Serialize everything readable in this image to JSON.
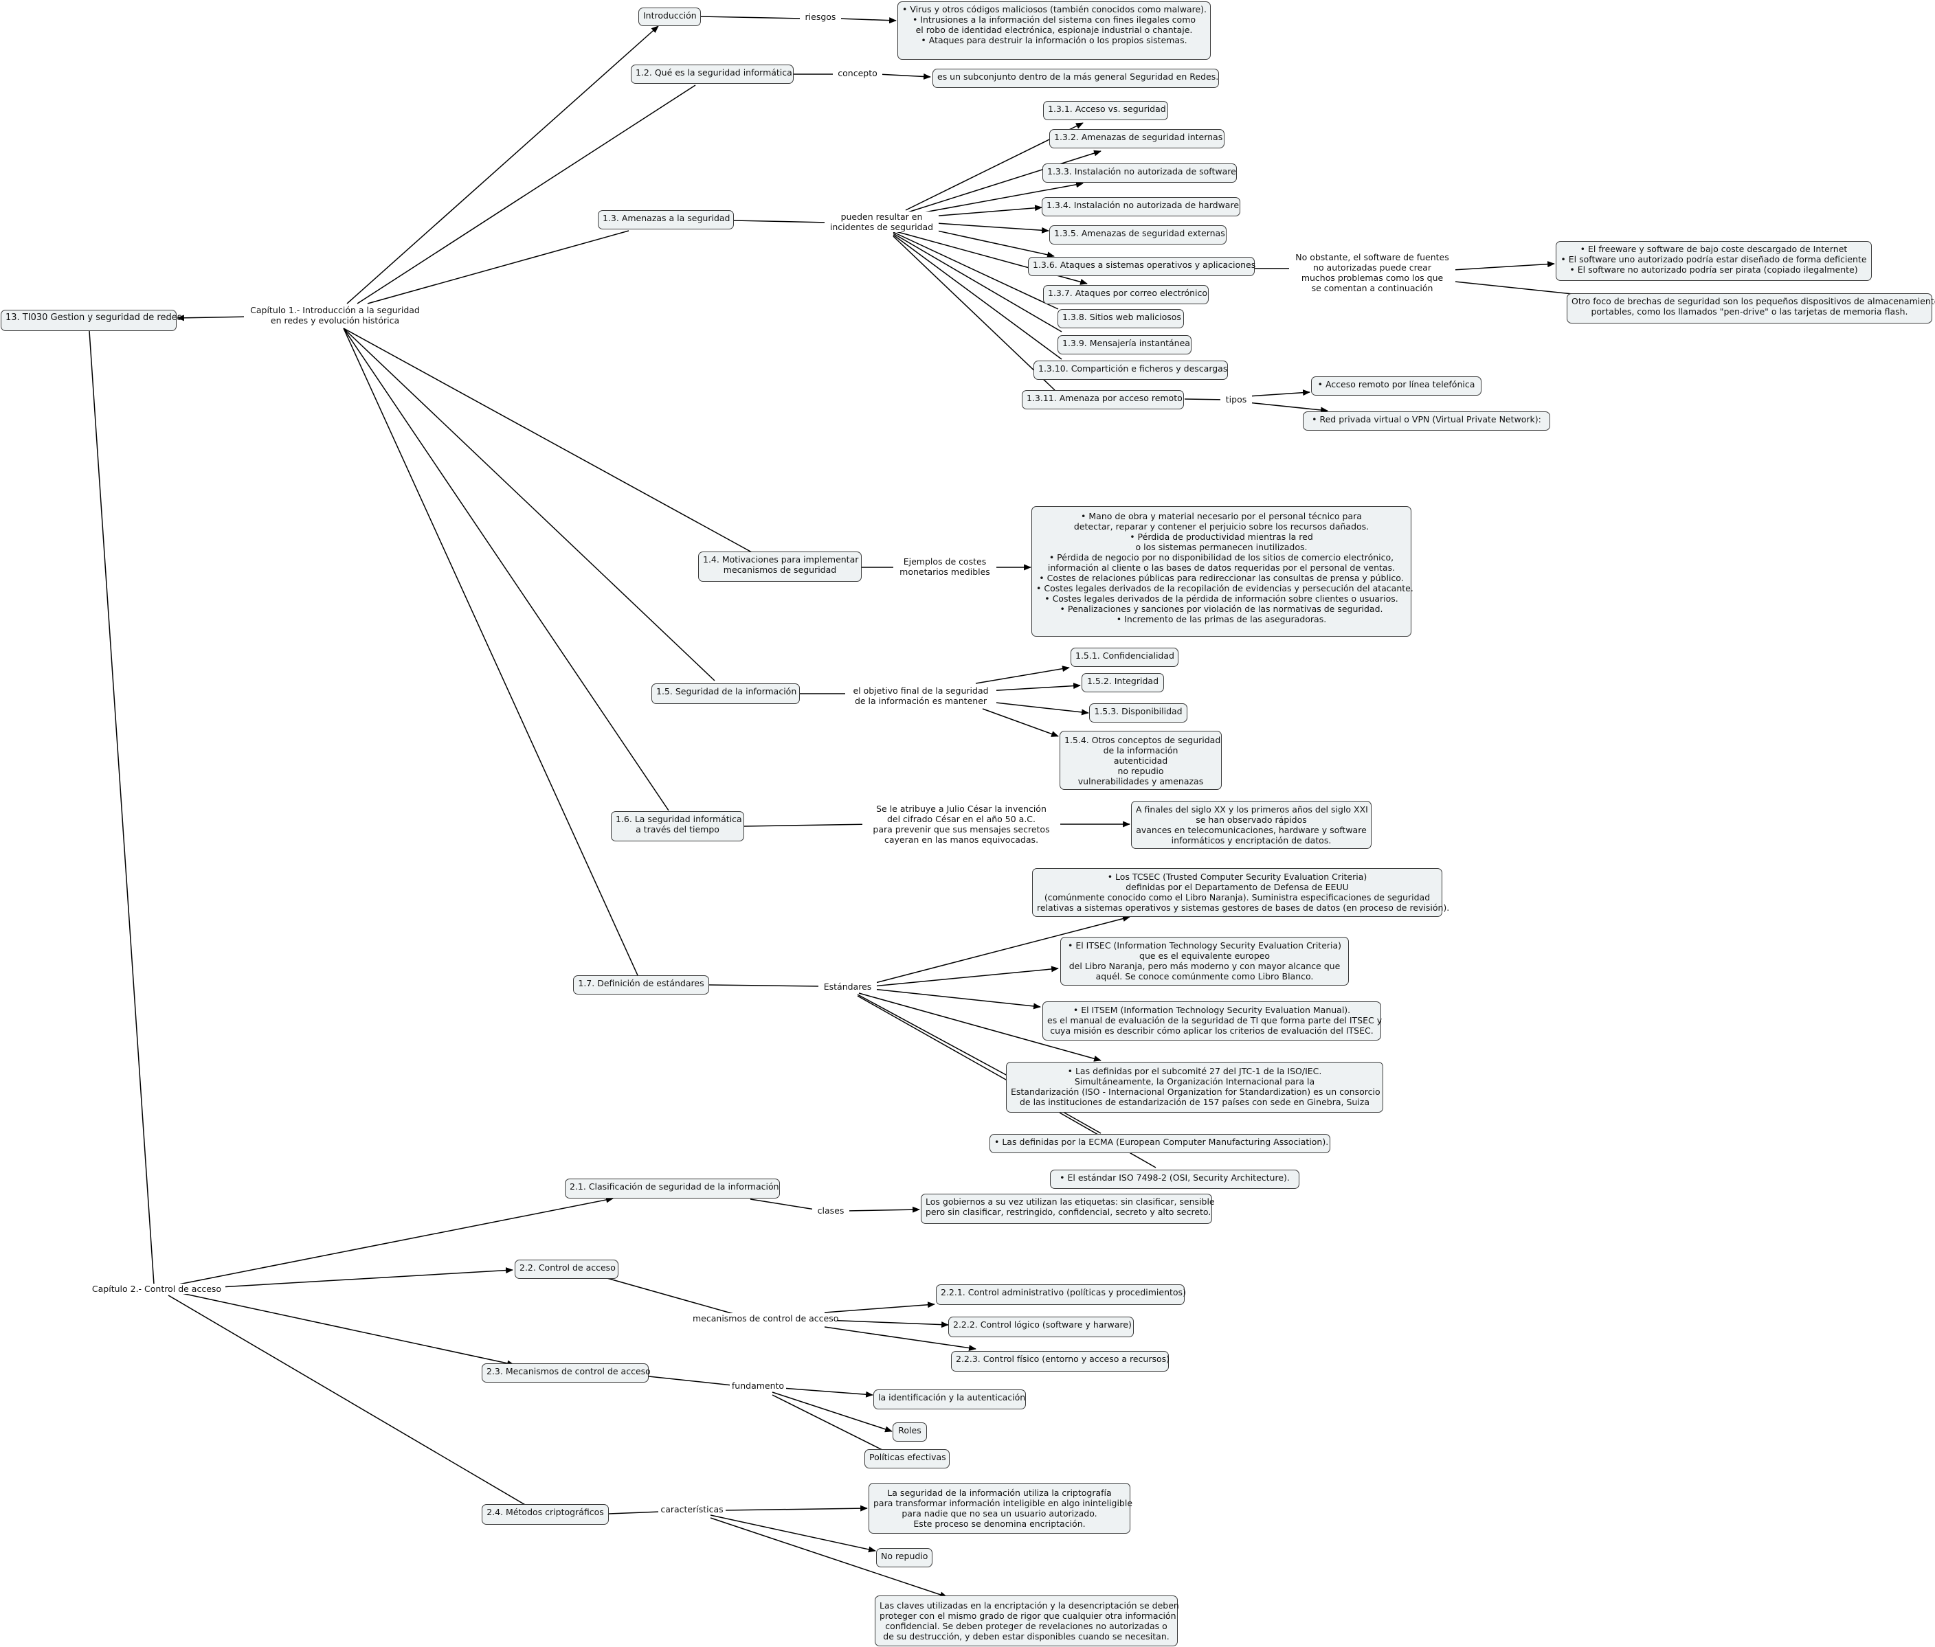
{
  "nodes": {
    "root": [
      "13. TI030 Gestion y seguridad de redes"
    ],
    "ch1": [
      "Capítulo 1.- Introducción a la seguridad",
      "en redes y evolución histórica"
    ],
    "ch2": [
      "Capítulo 2.- Control de acceso"
    ],
    "intro": [
      "Introducción"
    ],
    "riesgos": [
      "riesgos"
    ],
    "riesgos_list": [
      "•    Virus y otros códigos maliciosos (también conocidos como malware).",
      "•    Intrusiones a la información del sistema con fines ilegales como",
      "el robo de identidad electrónica, espionaje industrial o chantaje.",
      "•    Ataques para destruir la información o los propios sistemas."
    ],
    "n12": [
      "1.2. Qué es la seguridad informática"
    ],
    "concepto": [
      "concepto"
    ],
    "concepto_def": [
      "es un subconjunto dentro de la más general Seguridad en Redes."
    ],
    "n13": [
      "1.3. Amenazas a la seguridad"
    ],
    "pueden": [
      "pueden resultar en",
      "incidentes de seguridad"
    ],
    "a131": [
      "1.3.1. Acceso vs. seguridad"
    ],
    "a132": [
      "1.3.2. Amenazas de seguridad internas"
    ],
    "a133": [
      "1.3.3. Instalación no autorizada de software"
    ],
    "a134": [
      "1.3.4. Instalación no autorizada de hardware"
    ],
    "a135": [
      "1.3.5. Amenazas de seguridad externas"
    ],
    "a136": [
      "1.3.6. Ataques a sistemas operativos y aplicaciones"
    ],
    "noobst": [
      "No obstante, el software de fuentes",
      "no autorizadas puede crear",
      "muchos problemas como los que",
      "se comentan a continuación"
    ],
    "freeware": [
      "•    El freeware y software de bajo coste descargado de Internet",
      "•    El software uno autorizado podría estar diseñado de forma deficiente",
      "•    El software no autorizado podría ser pirata (copiado ilegalmente)"
    ],
    "otrofoco": [
      "Otro foco de brechas de seguridad son los pequeños dispositivos de almacenamiento",
      "portables, como los llamados \"pen-drive\" o las tarjetas de memoria flash."
    ],
    "a137": [
      "1.3.7. Ataques por correo electrónico"
    ],
    "a138": [
      "1.3.8. Sitios web maliciosos"
    ],
    "a139": [
      "1.3.9. Mensajería instantánea"
    ],
    "a1310": [
      "1.3.10. Compartición e ficheros y descargas"
    ],
    "a1311": [
      "1.3.11. Amenaza por acceso remoto"
    ],
    "tipos": [
      "tipos"
    ],
    "remoto1": [
      "•    Acceso remoto por línea telefónica"
    ],
    "remoto2": [
      "•    Red privada virtual o VPN (Virtual Private Network):"
    ],
    "n14": [
      "1.4. Motivaciones para implementar",
      "mecanismos de seguridad"
    ],
    "ejemplos": [
      "Ejemplos de costes",
      "monetarios medibles"
    ],
    "costes": [
      "•    Mano de obra y material necesario por el personal técnico para",
      "detectar, reparar y contener el perjuicio sobre los recursos dañados.",
      "•    Pérdida de productividad mientras la red",
      "o los sistemas permanecen inutilizados.",
      "•    Pérdida de negocio por no disponibilidad de los sitios de comercio electrónico,",
      "información al cliente o las bases de datos requeridas por el personal de ventas.",
      "•    Costes de relaciones públicas para redireccionar las consultas de prensa y público.",
      "•    Costes legales derivados de la recopilación de evidencias y persecución del atacante.",
      "•    Costes legales derivados de la pérdida de información sobre clientes o usuarios.",
      "•    Penalizaciones y sanciones por violación de las normativas de seguridad.",
      "•    Incremento de las primas de las aseguradoras."
    ],
    "n15": [
      "1.5. Seguridad de la información"
    ],
    "objetivo": [
      "el objetivo final de la seguridad",
      "de la información es mantener"
    ],
    "c151": [
      "1.5.1. Confidencialidad"
    ],
    "c152": [
      "1.5.2. Integridad"
    ],
    "c153": [
      "1.5.3. Disponibilidad"
    ],
    "c154": [
      "1.5.4. Otros conceptos de seguridad",
      "de la información",
      "autenticidad",
      "no repudio",
      "vulnerabilidades y amenazas"
    ],
    "n16": [
      "1.6. La seguridad informática",
      "a través del tiempo"
    ],
    "julio": [
      "Se le atribuye a Julio César la invención",
      "del cifrado César en el año 50 a.C.",
      "para prevenir que sus mensajes secretos",
      "cayeran en las manos equivocadas."
    ],
    "finales": [
      "A finales del siglo XX y los primeros años del siglo XXI",
      "se han observado rápidos",
      "avances en telecomunicaciones, hardware y software",
      "informáticos y encriptación de datos."
    ],
    "n17": [
      "1.7. Definición de estándares"
    ],
    "estandares": [
      "Estándares"
    ],
    "tcsec": [
      "•    Los TCSEC (Trusted Computer Security Evaluation Criteria)",
      "definidas por el Departamento de Defensa de EEUU",
      "(comúnmente conocido como el Libro Naranja). Suministra especificaciones de seguridad",
      "relativas a sistemas operativos y sistemas gestores de bases de datos (en proceso de revisión)."
    ],
    "itsec": [
      "•    El ITSEC (Information Technology Security Evaluation Criteria)",
      "que es el equivalente europeo",
      "del Libro Naranja, pero más moderno y con mayor alcance que",
      "aquél. Se conoce comúnmente como Libro Blanco."
    ],
    "itsem": [
      "•    El ITSEM (Information Technology Security Evaluation Manual).",
      "es el manual de evaluación de la seguridad de TI que forma parte del ITSEC y",
      "cuya misión es describir cómo aplicar los criterios de evaluación del ITSEC."
    ],
    "iso": [
      "•    Las definidas por el subcomité 27 del JTC-1 de la ISO/IEC.",
      "Simultáneamente, la Organización Internacional para la",
      "Estandarización (ISO - Internacional Organization for Standardization) es un consorcio",
      "de las instituciones de estandarización de 157 países con sede en Ginebra, Suiza"
    ],
    "ecma": [
      "•    Las definidas por la ECMA (European Computer Manufacturing Association)."
    ],
    "iso7498": [
      "•    El estándar ISO 7498-2 (OSI, Security Architecture)."
    ],
    "n21": [
      "2.1. Clasificación de seguridad de la información"
    ],
    "clases": [
      "clases"
    ],
    "etiquetas": [
      "Los gobiernos a su vez utilizan las etiquetas: sin clasificar, sensible",
      "pero sin clasificar, restringido, confidencial, secreto y alto secreto."
    ],
    "n22": [
      "2.2. Control de acceso"
    ],
    "mecanismos": [
      "mecanismos de control de acceso"
    ],
    "c221": [
      "2.2.1. Control administrativo (políticas y procedimientos)"
    ],
    "c222": [
      "2.2.2. Control lógico (software y harware)"
    ],
    "c223": [
      "2.2.3. Control físico (entorno y acceso a recursos)"
    ],
    "n23": [
      "2.3. Mecanismos de control de acceso"
    ],
    "fundamento": [
      "fundamento"
    ],
    "f1": [
      "la identificación y la autenticación"
    ],
    "f2": [
      "Roles"
    ],
    "f3": [
      "Políticas efectivas"
    ],
    "n24": [
      "2.4. Métodos criptográficos"
    ],
    "caracteristicas": [
      "características"
    ],
    "cripto": [
      "La seguridad de la información utiliza la criptografía",
      "para transformar información inteligible en algo ininteligible",
      "para nadie que no sea un usuario autorizado.",
      "Este proceso se denomina encriptación."
    ],
    "norepudio": [
      "No repudio"
    ],
    "claves": [
      "Las claves utilizadas en la encriptación y la desencriptación se deben",
      "proteger con el mismo grado de rigor que cualquier otra información",
      "confidencial. Se deben proteger de revelaciones no autorizadas o",
      "de su destrucción, y deben estar disponibles cuando se necesitan."
    ]
  }
}
